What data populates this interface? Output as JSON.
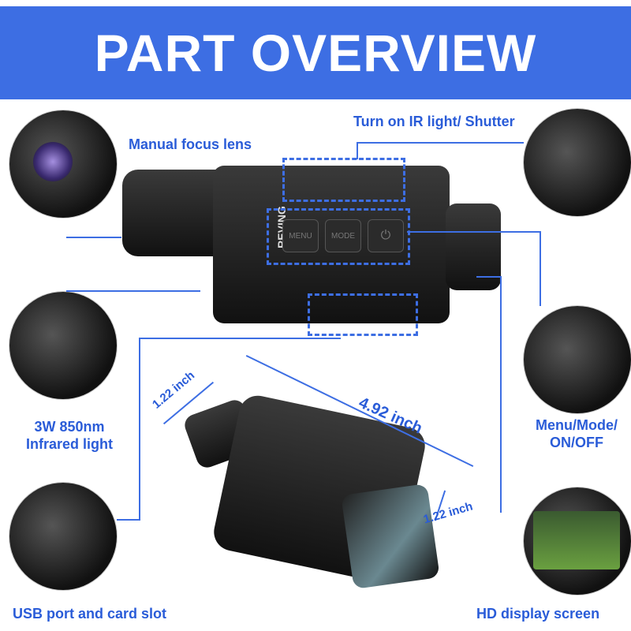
{
  "title": "PART OVERVIEW",
  "labels": {
    "lens": "Manual focus lens",
    "ir": "Turn on IR light/ Shutter",
    "infrared": "3W 850nm Infrared light",
    "buttons": "Menu/Mode/ ON/OFF",
    "usb": "USB port and card slot",
    "display": "HD display screen"
  },
  "device": {
    "brand": "REVING",
    "buttons": [
      "MENU",
      "MODE",
      "⏻"
    ]
  },
  "dimensions": {
    "width_a": "1.22 inch",
    "length": "4.92 inch",
    "width_b": "1.22 inch"
  },
  "colors": {
    "accent": "#3d6ee3",
    "text": "#2a5cd8"
  }
}
